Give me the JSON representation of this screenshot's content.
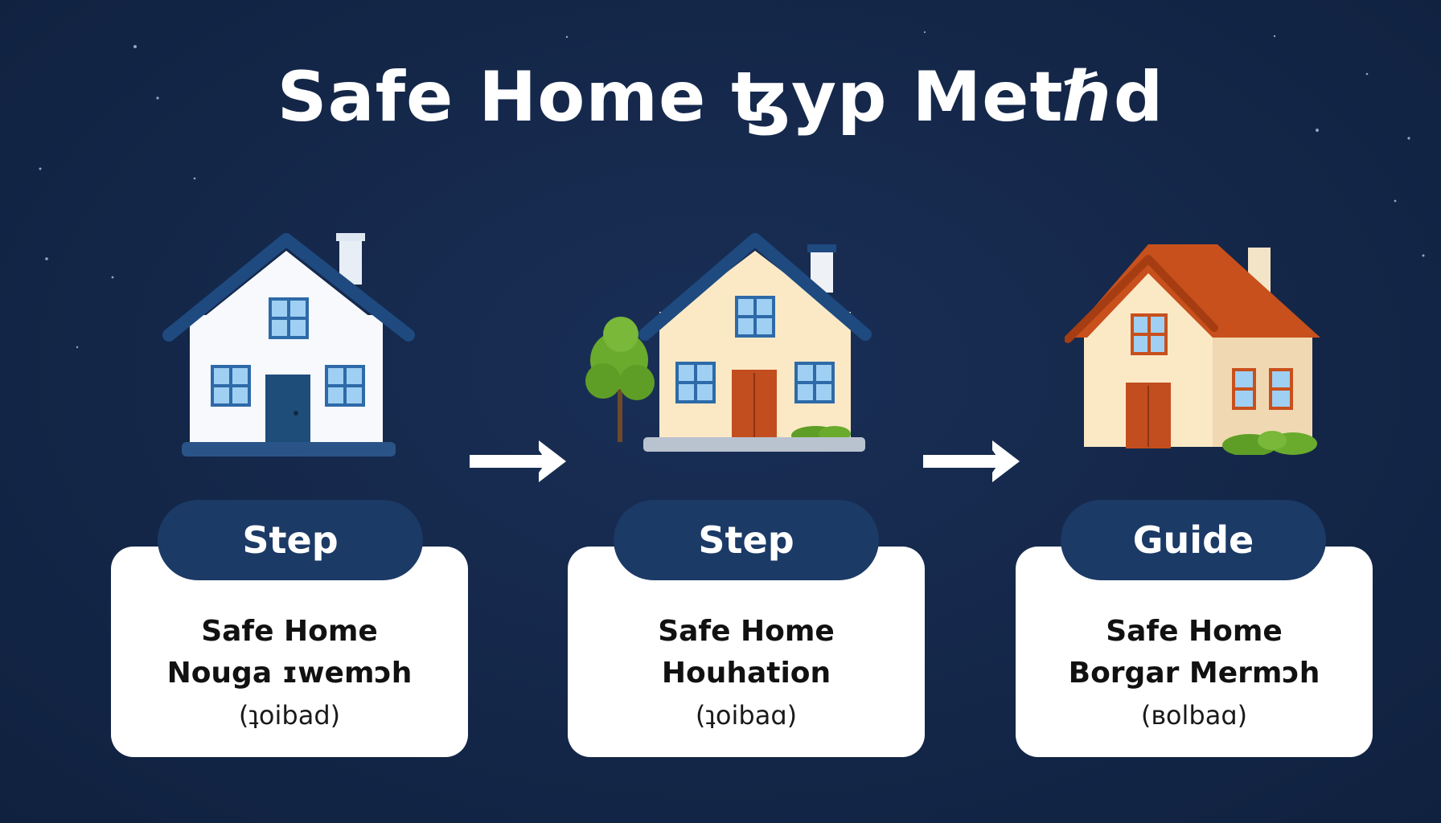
{
  "title": "Safe Home ꜩyp Metℏd",
  "colors": {
    "background": "#14264a",
    "pill": "#1b3a66",
    "card": "#ffffff",
    "roof_blue": "#1e4a80",
    "roof_orange": "#c8501c",
    "door_blue": "#1f4d7a",
    "door_orange": "#c24d1f",
    "tree_green": "#6aab2e"
  },
  "steps": [
    {
      "badge": "Step",
      "line1": "Safe Home",
      "line2": "Nouga ɪwemɔh",
      "line3": "(ʇoibad)",
      "house_icon": "white-house-icon"
    },
    {
      "badge": "Step",
      "line1": "Safe Home",
      "line2": "Houhation",
      "line3": "(ʇoibaɑ)",
      "house_icon": "cream-house-with-tree-icon"
    },
    {
      "badge": "Guide",
      "line1": "Safe Home",
      "line2": "Borgar Mermɔh",
      "line3": "(ʙolbaɑ)",
      "house_icon": "orange-roof-house-icon"
    }
  ],
  "arrows": [
    "right-arrow-icon",
    "right-arrow-icon"
  ]
}
